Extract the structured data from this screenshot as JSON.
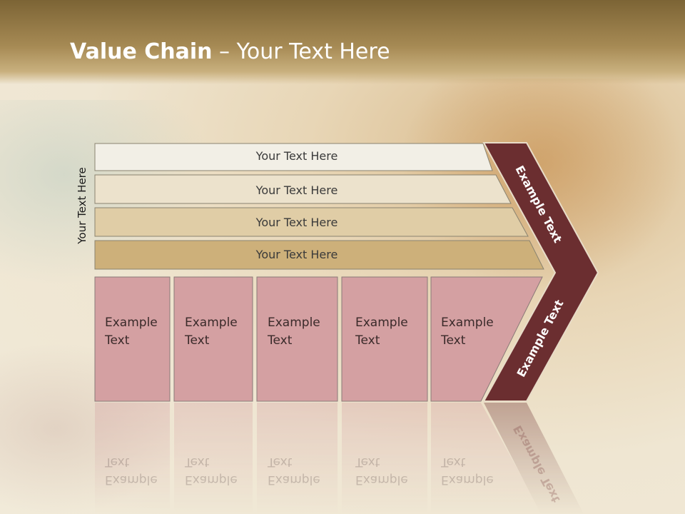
{
  "slide": {
    "title_bold": "Value Chain",
    "title_rest": " – Your Text Here",
    "side_label": "Your Text Here",
    "bands": [
      {
        "label": "Your Text Here",
        "color": "#f2efe6"
      },
      {
        "label": "Your Text Here",
        "color": "#ece2cc"
      },
      {
        "label": "Your Text Here",
        "color": "#e0cda6"
      },
      {
        "label": "Your Text Here",
        "color": "#cdb07a"
      }
    ],
    "columns": [
      {
        "line1": "Example",
        "line2": "Text"
      },
      {
        "line1": "Example",
        "line2": "Text"
      },
      {
        "line1": "Example",
        "line2": "Text"
      },
      {
        "line1": "Example",
        "line2": "Text"
      },
      {
        "line1": "Example",
        "line2": "Text"
      }
    ],
    "chevron_top": "Example Text",
    "chevron_bottom": "Example Text",
    "colors": {
      "column_fill": "#d4a0a2",
      "chevron_fill": "#6b2e30",
      "title_bar": "#8a7040"
    }
  }
}
